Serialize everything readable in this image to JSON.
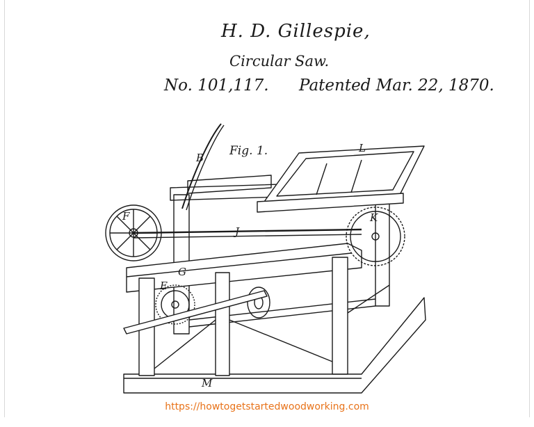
{
  "patent": {
    "inventor": "H. D. Gillespie,",
    "title": "Circular Saw.",
    "number": "No. 101,117.",
    "patented": "Patented Mar. 22, 1870."
  },
  "figure": {
    "label": "Fig. 1.",
    "letters": [
      "B",
      "L",
      "F",
      "J",
      "K",
      "G",
      "E",
      "M"
    ]
  },
  "footer": {
    "url": "https://howtogetstartedwoodworking.com",
    "url_color": "#e8731a"
  }
}
